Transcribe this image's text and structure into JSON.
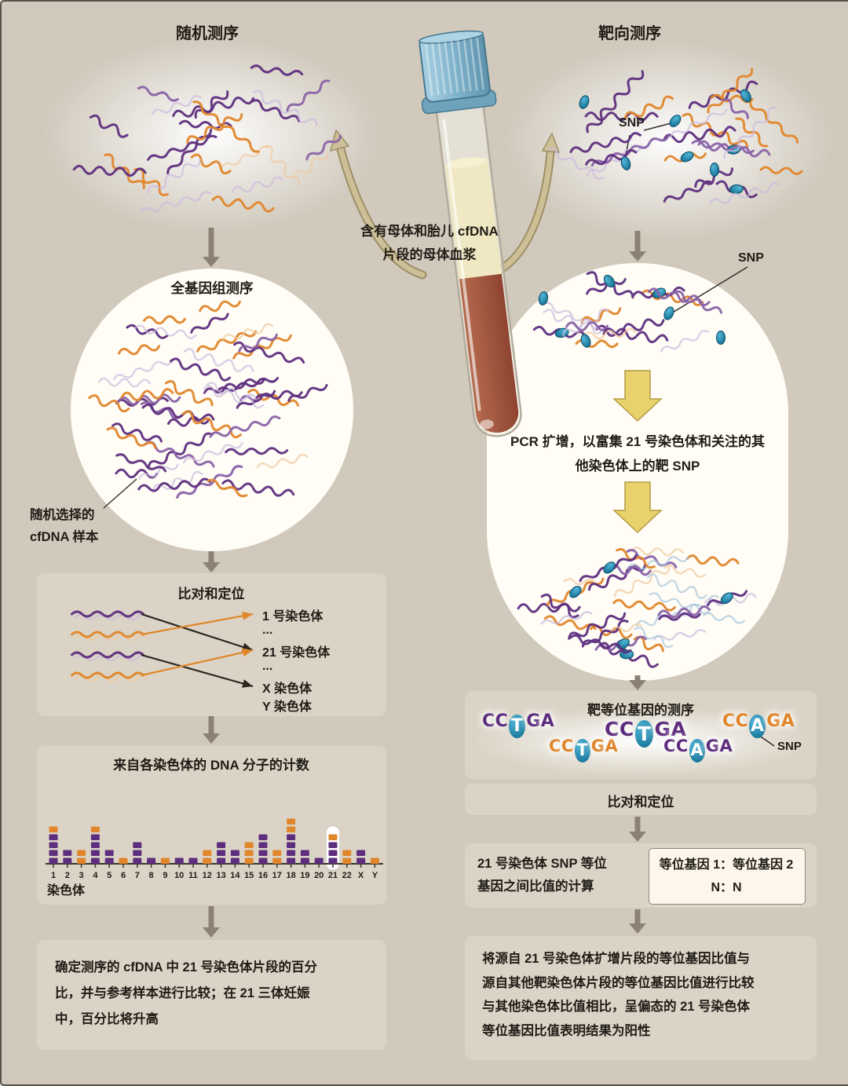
{
  "colors": {
    "purple": "#5e2e7e",
    "orange": "#e0862b",
    "snp_blue": "#1e86ac",
    "background": "#d0c9bc",
    "box_fill": "#dbd4c6",
    "arrow": "#8b8275",
    "plasma": "#efe8c2",
    "blood": "#a85640",
    "tube_cap": "#7fb2cb",
    "yellow_arrow": "#e9d16b"
  },
  "titles": {
    "left": "随机测序",
    "right": "靶向测序"
  },
  "tube": {
    "label": "含有母体和胎儿 cfDNA\n片段的母体血浆"
  },
  "left": {
    "circle_title": "全基因组测序",
    "sample_label": "随机选择的\ncfDNA 样本",
    "align_box": {
      "title": "比对和定位",
      "chromosome_labels": [
        "1 号染色体",
        "...",
        "21 号染色体",
        "...",
        "X 染色体",
        "Y 染色体"
      ]
    },
    "count_box": {
      "title": "来自各染色体的 DNA 分子的计数",
      "axis_label": "染色体"
    },
    "result_text": "确定测序的 cfDNA 中 21 号染色体片段的百分\n比，并与参考样本进行比较；在 21 三体妊娠\n中，百分比将升高"
  },
  "right": {
    "cloud_snp_label": "SNP",
    "capsule_snp_label": "SNP",
    "pcr_text": "PCR 扩增，以富集 21 号染色体和关注的其\n他染色体上的靶 SNP",
    "seq_box": {
      "title": "靶等位基因的测序",
      "snp_label": "SNP",
      "sequences": [
        {
          "text": "CCTGA",
          "color": "purple",
          "snp_index": 2
        },
        {
          "text": "CCTGA",
          "color": "orange",
          "snp_index": 2
        },
        {
          "text": "CCTGA",
          "color": "purple",
          "snp_index": 2
        },
        {
          "text": "CCAGA",
          "color": "purple",
          "snp_index": 2
        },
        {
          "text": "CCAGA",
          "color": "orange",
          "snp_index": 2
        }
      ]
    },
    "align_label": "比对和定位",
    "ratio_box": {
      "text": "21 号染色体 SNP 等位\n基因之间比值的计算",
      "formula": "等位基因 1：等位基因 2\nN：N"
    },
    "result_text": "将源自 21 号染色体扩增片段的等位基因比值与\n源自其他靶染色体片段的等位基因比值进行比较\n与其他染色体比值相比，呈偏态的 21 号染色体\n等位基因比值表明结果为阳性"
  },
  "chart_data": {
    "type": "bar",
    "title": "来自各染色体的 DNA 分子的计数",
    "xlabel": "染色体",
    "categories": [
      "1",
      "2",
      "3",
      "4",
      "5",
      "6",
      "7",
      "8",
      "9",
      "10",
      "11",
      "12",
      "13",
      "14",
      "15",
      "16",
      "17",
      "18",
      "19",
      "20",
      "21",
      "22",
      "X",
      "Y"
    ],
    "values": [
      5,
      2,
      2,
      5,
      2,
      1,
      3,
      1,
      1,
      1,
      1,
      2,
      3,
      2,
      3,
      4,
      2,
      6,
      2,
      1,
      4,
      2,
      2,
      1
    ],
    "bar_blocks": [
      [
        "p",
        "p",
        "p",
        "p",
        "o"
      ],
      [
        "p",
        "p"
      ],
      [
        "o",
        "o"
      ],
      [
        "p",
        "p",
        "p",
        "p",
        "o"
      ],
      [
        "p",
        "p"
      ],
      [
        "o"
      ],
      [
        "p",
        "p",
        "p"
      ],
      [
        "p"
      ],
      [
        "o"
      ],
      [
        "p"
      ],
      [
        "p"
      ],
      [
        "o",
        "o"
      ],
      [
        "p",
        "p",
        "p"
      ],
      [
        "p",
        "p"
      ],
      [
        "o",
        "o",
        "o"
      ],
      [
        "p",
        "p",
        "p",
        "p"
      ],
      [
        "o",
        "o"
      ],
      [
        "p",
        "p",
        "p",
        "p",
        "o",
        "o"
      ],
      [
        "p",
        "p"
      ],
      [
        "p"
      ],
      [
        "p",
        "p",
        "p",
        "o"
      ],
      [
        "o",
        "o"
      ],
      [
        "p",
        "p"
      ],
      [
        "o"
      ]
    ],
    "highlighted_category": "21",
    "legend": "off",
    "ylim": [
      0,
      6
    ]
  }
}
